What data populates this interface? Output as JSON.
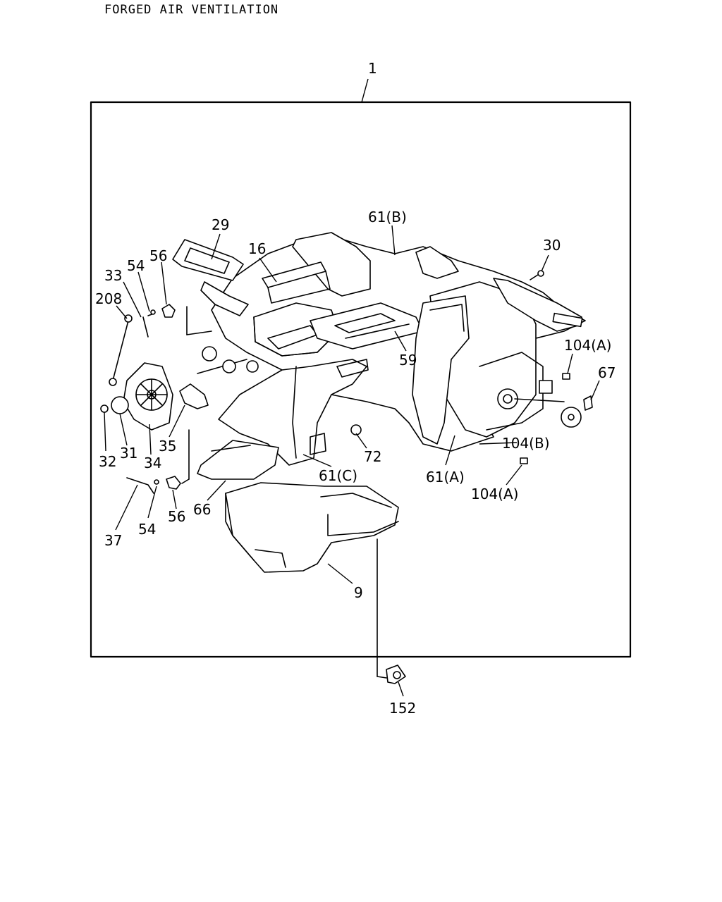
{
  "header": {
    "title": "FORGED AIR VENTILATION"
  },
  "labels": {
    "assembly": "1",
    "p29": "29",
    "p16": "16",
    "p61b": "61(B)",
    "p30": "30",
    "p56_top": "56",
    "p54_top": "54",
    "p33": "33",
    "p208": "208",
    "p104a_top": "104(A)",
    "p67": "67",
    "p59": "59",
    "p72": "72",
    "p35": "35",
    "p32": "32",
    "p31": "31",
    "p34": "34",
    "p61c": "61(C)",
    "p61a": "61(A)",
    "p104b": "104(B)",
    "p104a_bottom": "104(A)",
    "p37": "37",
    "p54_bottom": "54",
    "p56_bottom": "56",
    "p66": "66",
    "p9": "9",
    "p152": "152"
  }
}
